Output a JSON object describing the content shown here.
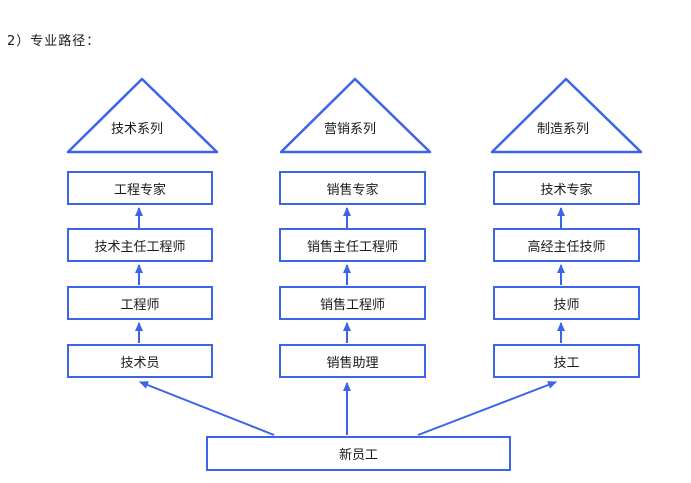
{
  "title": "2）专业路径：",
  "colors": {
    "line_blue": "#3C64E9",
    "text": "#1A1A1A",
    "background": "#FFFFFF"
  },
  "columns": [
    {
      "series": "技术系列",
      "levels": [
        "工程专家",
        "技术主任工程师",
        "工程师",
        "技术员"
      ]
    },
    {
      "series": "营销系列",
      "levels": [
        "销售专家",
        "销售主任工程师",
        "销售工程师",
        "销售助理"
      ]
    },
    {
      "series": "制造系列",
      "levels": [
        "技术专家",
        "高经主任技师",
        "技师",
        "技工"
      ]
    }
  ],
  "entry_box": {
    "label": "新员工"
  }
}
